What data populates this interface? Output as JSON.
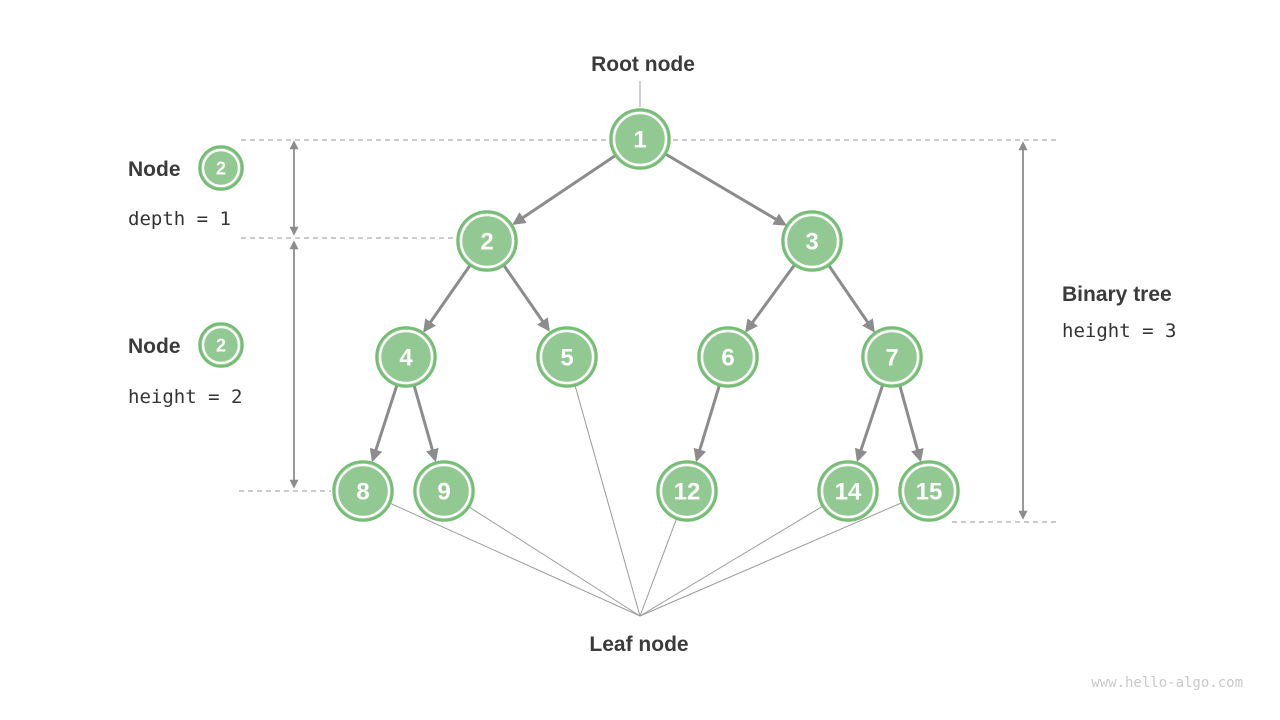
{
  "title": "Binary tree terminology diagram",
  "tree": {
    "root_value": "1",
    "nodes": [
      {
        "value": "1"
      },
      {
        "value": "2"
      },
      {
        "value": "3"
      },
      {
        "value": "4"
      },
      {
        "value": "5"
      },
      {
        "value": "6"
      },
      {
        "value": "7"
      },
      {
        "value": "8"
      },
      {
        "value": "9"
      },
      {
        "value": "12"
      },
      {
        "value": "14"
      },
      {
        "value": "15"
      }
    ],
    "edges": [
      [
        "1",
        "2"
      ],
      [
        "1",
        "3"
      ],
      [
        "2",
        "4"
      ],
      [
        "2",
        "5"
      ],
      [
        "3",
        "6"
      ],
      [
        "3",
        "7"
      ],
      [
        "4",
        "8"
      ],
      [
        "4",
        "9"
      ],
      [
        "6",
        "12"
      ],
      [
        "7",
        "14"
      ],
      [
        "7",
        "15"
      ]
    ],
    "leaf_values": [
      "8",
      "9",
      "5",
      "12",
      "14",
      "15"
    ]
  },
  "annotations": {
    "root_label": "Root node",
    "leaf_label": "Leaf node",
    "left_top": {
      "label": "Node",
      "badge": "2",
      "formula": "depth = 1"
    },
    "left_bottom": {
      "label": "Node",
      "badge": "2",
      "formula": "height = 2"
    },
    "right": {
      "label": "Binary tree",
      "formula": "height = 3"
    }
  },
  "watermark": "www.hello-algo.com",
  "colors": {
    "node_fill": "#92c892",
    "node_border": "#74be74",
    "node_ring": "#ffffff",
    "node_text": "#ffffff",
    "edge_arrow": "#8c8c8c",
    "thin_line": "#9b9b9b",
    "dashed_guide": "#adadad",
    "label_text": "#3b3b3b",
    "mono_text": "#333333",
    "watermark_text": "#c8c8c8",
    "background": "#ffffff"
  }
}
